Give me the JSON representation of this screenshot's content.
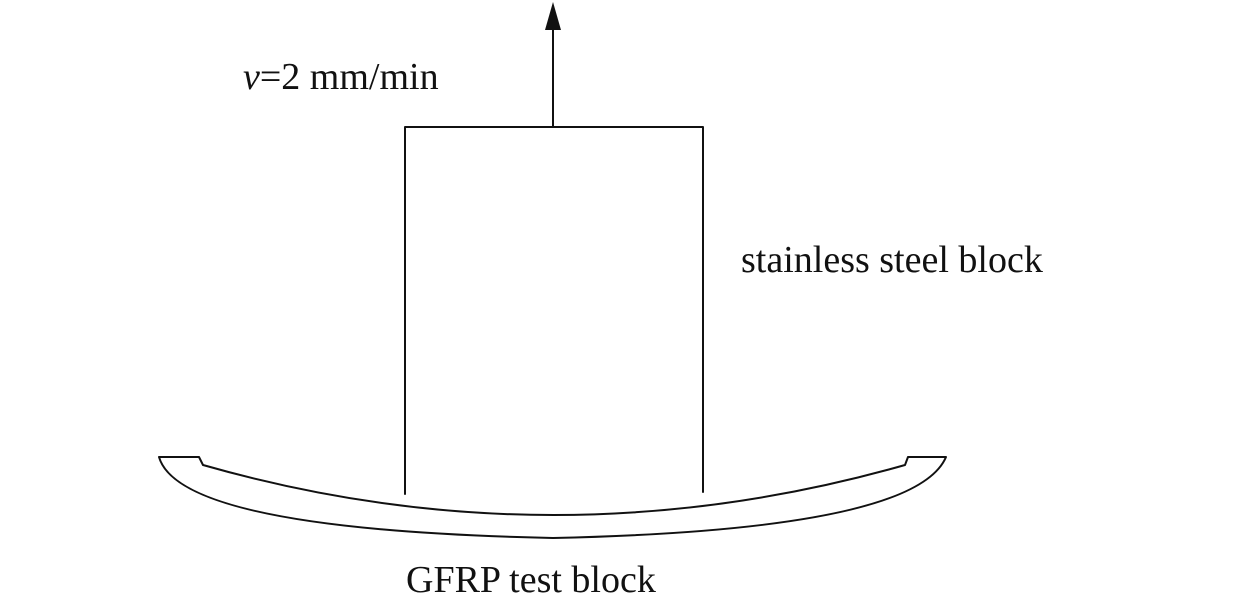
{
  "labels": {
    "velocity_symbol": "v",
    "velocity_value": "=2 mm/min",
    "steel_block": "stainless steel block",
    "gfrp_block": "GFRP test block"
  },
  "colors": {
    "ink": "#111111",
    "background": "#ffffff"
  }
}
